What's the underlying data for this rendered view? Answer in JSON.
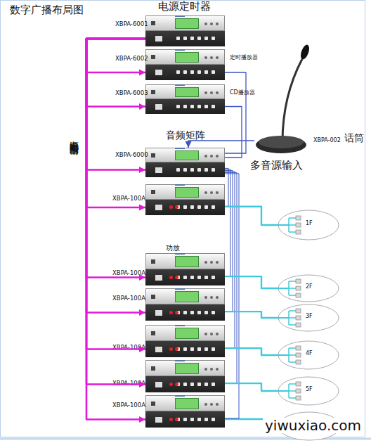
{
  "diagram": {
    "title": "数字广播布局图",
    "nodes": [
      {
        "text": [
          "电源定时器",
          "XBPA-6001"
        ]
      },
      {
        "text": [
          "XBPA-6002",
          "定时播放器"
        ]
      },
      {
        "text": [
          "XBPA-6003",
          "CD播放器"
        ]
      },
      {
        "text": [
          "音频矩阵",
          "XBPA-6000"
        ]
      },
      {
        "text": [
          "XBPA-002",
          "话筒"
        ]
      },
      {
        "text": [
          "XBPA-100A"
        ]
      },
      {
        "text": [
          "功放",
          "XBPA-100A"
        ]
      },
      {
        "text": [
          "XBPA-100A"
        ]
      },
      {
        "text": [
          "XBPA-100A"
        ]
      },
      {
        "text": [
          "XBPA-100A"
        ]
      },
      {
        "text": [
          "XBPA-100A"
        ]
      },
      {
        "text": [
          "1F"
        ]
      },
      {
        "text": [
          "2F"
        ]
      },
      {
        "text": [
          "3F"
        ]
      },
      {
        "text": [
          "4F"
        ]
      },
      {
        "text": [
          "5F"
        ]
      }
    ],
    "edges": [
      {
        "from": 0,
        "to": 1,
        "arrow": "to"
      },
      {
        "from": 0,
        "to": 2,
        "arrow": "to"
      },
      {
        "from": 0,
        "to": 3,
        "arrow": "to"
      },
      {
        "from": 0,
        "to": 5,
        "arrow": "to"
      },
      {
        "from": 0,
        "to": 6,
        "arrow": "to"
      },
      {
        "from": 0,
        "to": 7,
        "arrow": "to"
      },
      {
        "from": 0,
        "to": 8,
        "arrow": "to"
      },
      {
        "from": 0,
        "to": 9,
        "arrow": "to"
      },
      {
        "from": 0,
        "to": 10,
        "arrow": "to"
      },
      {
        "from": 1,
        "to": 3,
        "arrow": "none"
      },
      {
        "from": 2,
        "to": 3,
        "arrow": "none"
      },
      {
        "from": 4,
        "to": 3,
        "arrow": "to"
      },
      {
        "from": 3,
        "to": 5,
        "arrow": "none"
      },
      {
        "from": 3,
        "to": 6,
        "arrow": "none"
      },
      {
        "from": 3,
        "to": 7,
        "arrow": "none"
      },
      {
        "from": 3,
        "to": 8,
        "arrow": "none"
      },
      {
        "from": 3,
        "to": 9,
        "arrow": "none"
      },
      {
        "from": 3,
        "to": 10,
        "arrow": "none"
      },
      {
        "from": 5,
        "to": 11,
        "arrow": "none"
      },
      {
        "from": 6,
        "to": 12,
        "arrow": "none"
      },
      {
        "from": 7,
        "to": 13,
        "arrow": "none"
      },
      {
        "from": 8,
        "to": 14,
        "arrow": "none"
      },
      {
        "from": 9,
        "to": 15,
        "arrow": "none"
      }
    ],
    "labels": [
      "电源定时控制输出",
      "多音源输入",
      "yiwuxiao.com"
    ]
  }
}
